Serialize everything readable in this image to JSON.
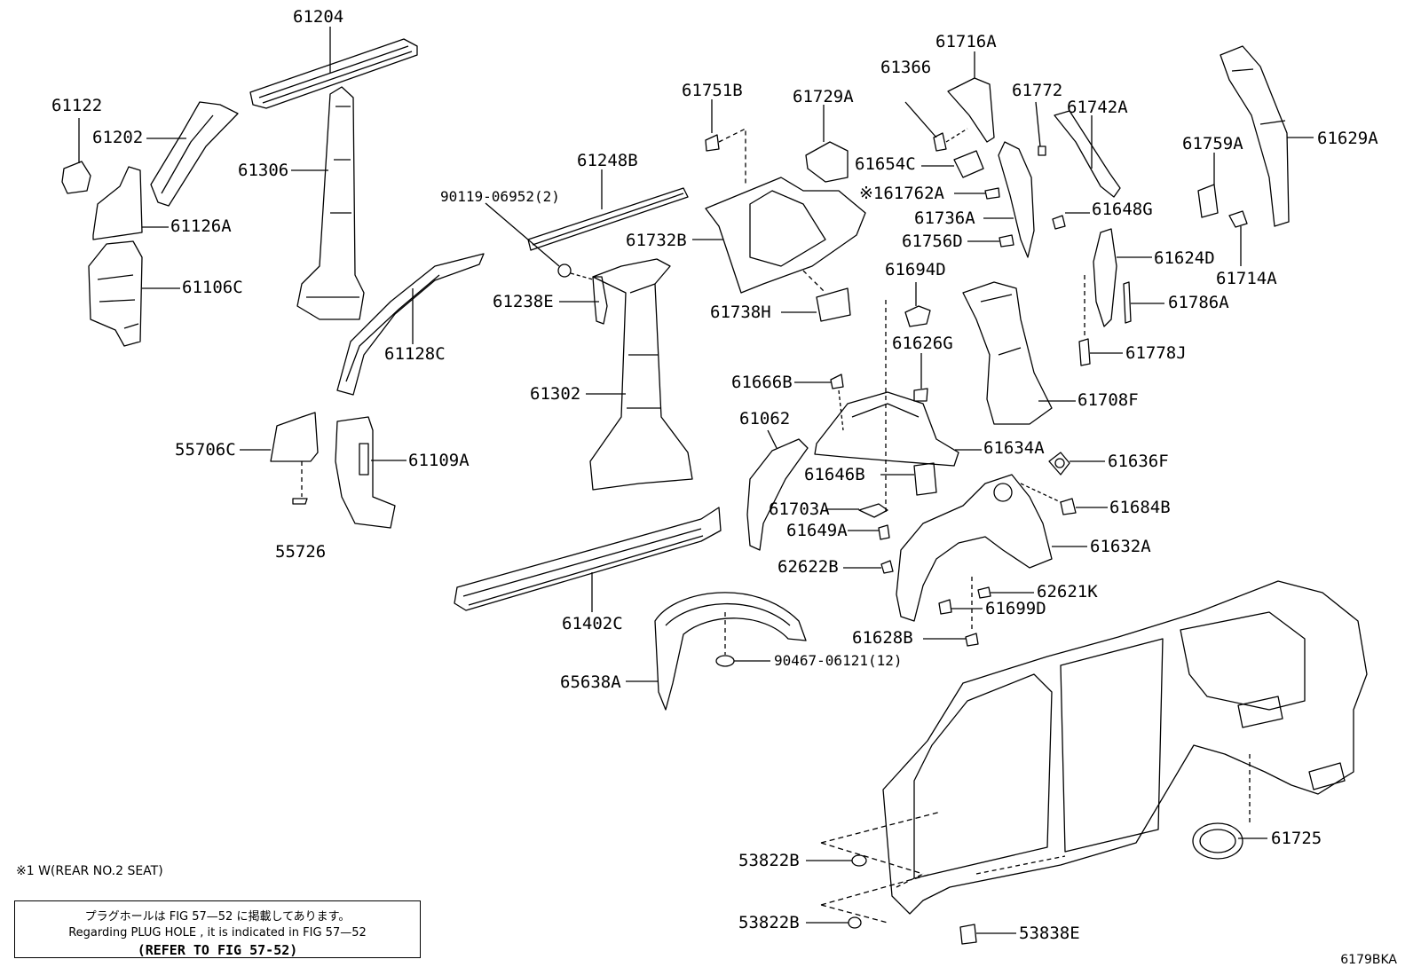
{
  "diagram": {
    "figure_id": "6179BKA",
    "footnote": "※1 W(REAR NO.2 SEAT)",
    "note": {
      "line_jp": "プラグホールは FIG 57—52 に掲載してあります。",
      "line_en": "Regarding  PLUG  HOLE , it is indicated in FIG  57—52",
      "refer": "(REFER TO FIG 57-52)"
    },
    "parts": [
      {
        "id": "p61204",
        "label": "61204"
      },
      {
        "id": "p61122",
        "label": "61122"
      },
      {
        "id": "p61202",
        "label": "61202"
      },
      {
        "id": "p61306",
        "label": "61306"
      },
      {
        "id": "p61126A",
        "label": "61126A"
      },
      {
        "id": "p61106C",
        "label": "61106C"
      },
      {
        "id": "p61128C",
        "label": "61128C"
      },
      {
        "id": "p55706C",
        "label": "55706C"
      },
      {
        "id": "p61109A",
        "label": "61109A"
      },
      {
        "id": "p55726",
        "label": "55726"
      },
      {
        "id": "p61248B",
        "label": "61248B"
      },
      {
        "id": "p90119",
        "label": "90119-06952(2)"
      },
      {
        "id": "p61238E",
        "label": "61238E"
      },
      {
        "id": "p61302",
        "label": "61302"
      },
      {
        "id": "p61751B",
        "label": "61751B"
      },
      {
        "id": "p61729A",
        "label": "61729A"
      },
      {
        "id": "p61732B",
        "label": "61732B"
      },
      {
        "id": "p61738H",
        "label": "61738H"
      },
      {
        "id": "p61666B",
        "label": "61666B"
      },
      {
        "id": "p61062",
        "label": "61062"
      },
      {
        "id": "p61402C",
        "label": "61402C"
      },
      {
        "id": "p65638A",
        "label": "65638A"
      },
      {
        "id": "p90467",
        "label": "90467-06121(12)"
      },
      {
        "id": "p61366",
        "label": "61366"
      },
      {
        "id": "p61716A",
        "label": "61716A"
      },
      {
        "id": "p61654C",
        "label": "61654C"
      },
      {
        "id": "p61762A",
        "label": "※161762A"
      },
      {
        "id": "p61736A",
        "label": "61736A"
      },
      {
        "id": "p61756D",
        "label": "61756D"
      },
      {
        "id": "p61694D",
        "label": "61694D"
      },
      {
        "id": "p61626G",
        "label": "61626G"
      },
      {
        "id": "p61634A",
        "label": "61634A"
      },
      {
        "id": "p61646B",
        "label": "61646B"
      },
      {
        "id": "p61703A",
        "label": "61703A"
      },
      {
        "id": "p61649A",
        "label": "61649A"
      },
      {
        "id": "p62622B",
        "label": "62622B"
      },
      {
        "id": "p61628B",
        "label": "61628B"
      },
      {
        "id": "p61699D",
        "label": "61699D"
      },
      {
        "id": "p62621K",
        "label": "62621K"
      },
      {
        "id": "p61632A",
        "label": "61632A"
      },
      {
        "id": "p61684B",
        "label": "61684B"
      },
      {
        "id": "p61636F",
        "label": "61636F"
      },
      {
        "id": "p61708F",
        "label": "61708F"
      },
      {
        "id": "p61772",
        "label": "61772"
      },
      {
        "id": "p61742A",
        "label": "61742A"
      },
      {
        "id": "p61648G",
        "label": "61648G"
      },
      {
        "id": "p61624D",
        "label": "61624D"
      },
      {
        "id": "p61786A",
        "label": "61786A"
      },
      {
        "id": "p61778J",
        "label": "61778J"
      },
      {
        "id": "p61759A",
        "label": "61759A"
      },
      {
        "id": "p61629A",
        "label": "61629A"
      },
      {
        "id": "p61714A",
        "label": "61714A"
      },
      {
        "id": "p61725",
        "label": "61725"
      },
      {
        "id": "p53822B_1",
        "label": "53822B"
      },
      {
        "id": "p53822B_2",
        "label": "53822B"
      },
      {
        "id": "p53838E",
        "label": "53838E"
      }
    ]
  }
}
